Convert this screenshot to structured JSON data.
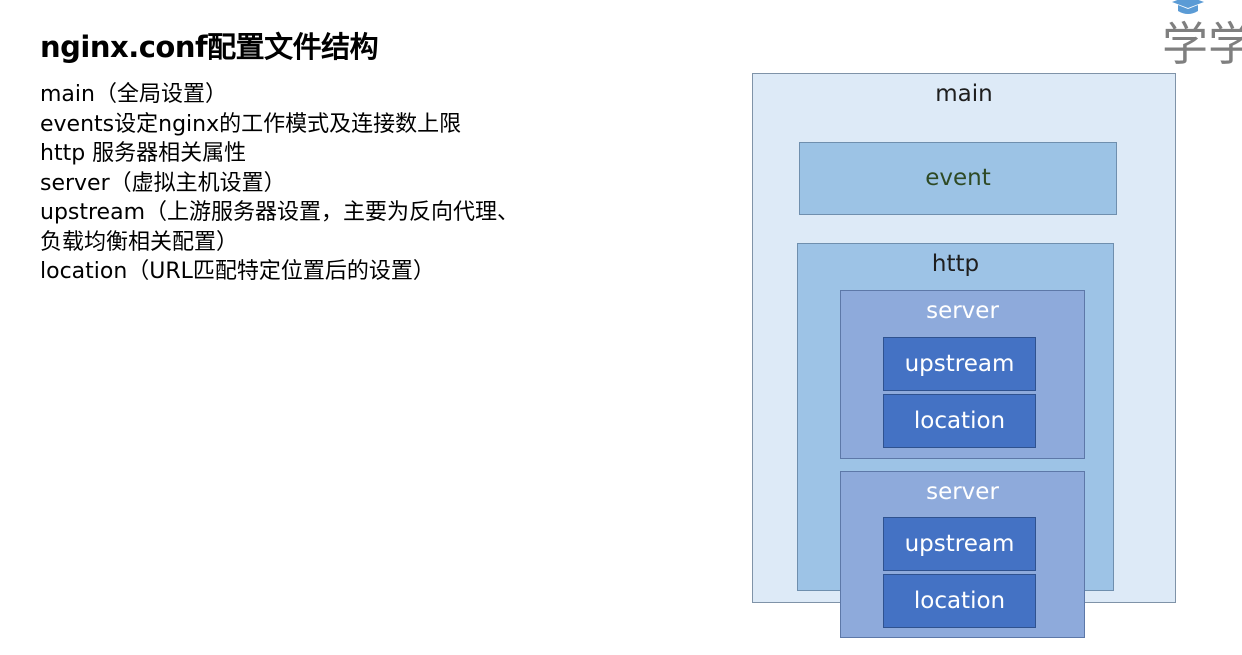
{
  "title": "nginx.conf配置文件结构",
  "items": [
    "main（全局设置）",
    "events设定nginx的工作模式及连接数上限",
    "http 服务器相关属性",
    "server（虚拟主机设置）",
    "upstream（上游服务器设置，主要为反向代理、",
    "负载均衡相关配置）",
    "location（URL匹配特定位置后的设置）"
  ],
  "diagram": {
    "main": "main",
    "event": "event",
    "http": "http",
    "servers": [
      {
        "label": "server",
        "upstream": "upstream",
        "location": "location"
      },
      {
        "label": "server",
        "upstream": "upstream",
        "location": "location"
      }
    ]
  },
  "logo": {
    "text": "学学"
  },
  "colors": {
    "main_fill": "#ddeaf7",
    "event_fill": "#9cc3e5",
    "http_fill": "#9dc3e6",
    "server_fill": "#8eaadb",
    "inner_fill": "#4472c4",
    "logo_color": "#5b9bd5"
  }
}
